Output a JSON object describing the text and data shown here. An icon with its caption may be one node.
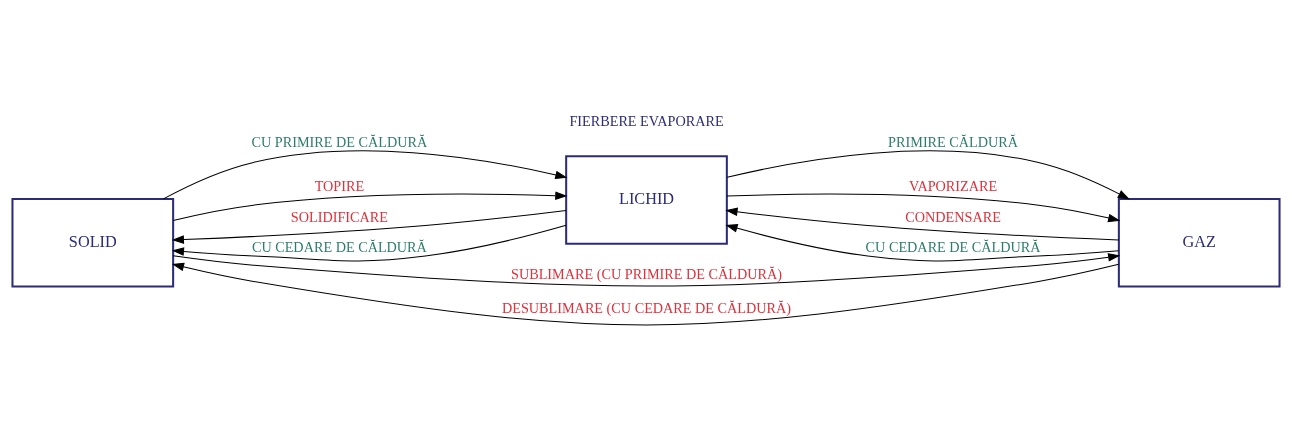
{
  "diagram": {
    "nodes": [
      {
        "text": [
          "SOLID"
        ]
      },
      {
        "text": [
          "LICHID"
        ]
      },
      {
        "text": [
          "GAZ"
        ]
      }
    ],
    "edges": [
      {
        "from": 0,
        "to": 1,
        "arrow": "to",
        "label": "CU PRIMIRE DE CĂLDURĂ"
      },
      {
        "from": 1,
        "to": 2,
        "arrow": "to",
        "label": "PRIMIRE CĂLDURĂ"
      },
      {
        "from": 0,
        "to": 1,
        "arrow": "to",
        "label": "TOPIRE"
      },
      {
        "from": 1,
        "to": 2,
        "arrow": "to",
        "label": "VAPORIZARE"
      },
      {
        "from": 1,
        "to": 0,
        "arrow": "to",
        "label": "SOLIDIFICARE"
      },
      {
        "from": 2,
        "to": 1,
        "arrow": "to",
        "label": "CONDENSARE"
      },
      {
        "from": 1,
        "to": 0,
        "arrow": "to",
        "label": "CU CEDARE DE CĂLDURĂ"
      },
      {
        "from": 2,
        "to": 1,
        "arrow": "to",
        "label": "CU CEDARE DE CĂLDURĂ"
      },
      {
        "from": 0,
        "to": 2,
        "arrow": "to",
        "label": "SUBLIMARE (CU PRIMIRE DE CĂLDURĂ)"
      },
      {
        "from": 2,
        "to": 0,
        "arrow": "to",
        "label": "DESUBLIMARE (CU CEDARE DE CĂLDURĂ)"
      }
    ],
    "labels": [
      "FIERBERE EVAPORARE"
    ]
  }
}
